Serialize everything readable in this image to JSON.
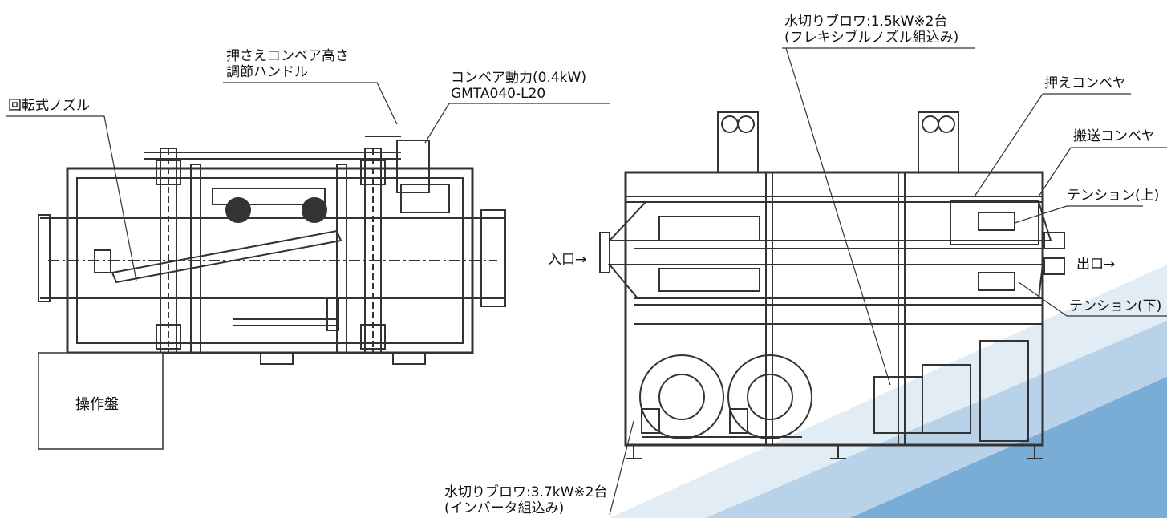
{
  "colors": {
    "line": "#333333",
    "accent_light": "#dbe8f3",
    "accent_mid": "#a9c8e2",
    "accent_dark": "#6fa4cf"
  },
  "left_view": {
    "labels": {
      "rotary_nozzle": "回転式ノズル",
      "press_height_line1": "押さえコンベア高さ",
      "press_height_line2": "調節ハンドル",
      "motor_line1": "コンベア動力(0.4kW)",
      "motor_line2": "GMTA040-L20",
      "control_panel": "操作盤"
    }
  },
  "right_view": {
    "labels": {
      "blower_top_line1": "水切りブロワ:1.5kW※2台",
      "blower_top_line2": "(フレキシブルノズル組込み)",
      "press_conveyor": "押えコンベヤ",
      "transport_conveyor": "搬送コンベヤ",
      "tension_upper": "テンション(上)",
      "tension_lower": "テンション(下)",
      "inlet": "入口→",
      "outlet": "出口→",
      "blower_bottom_line1": "水切りブロワ:3.7kW※2台",
      "blower_bottom_line2": "(インバータ組込み)"
    }
  }
}
